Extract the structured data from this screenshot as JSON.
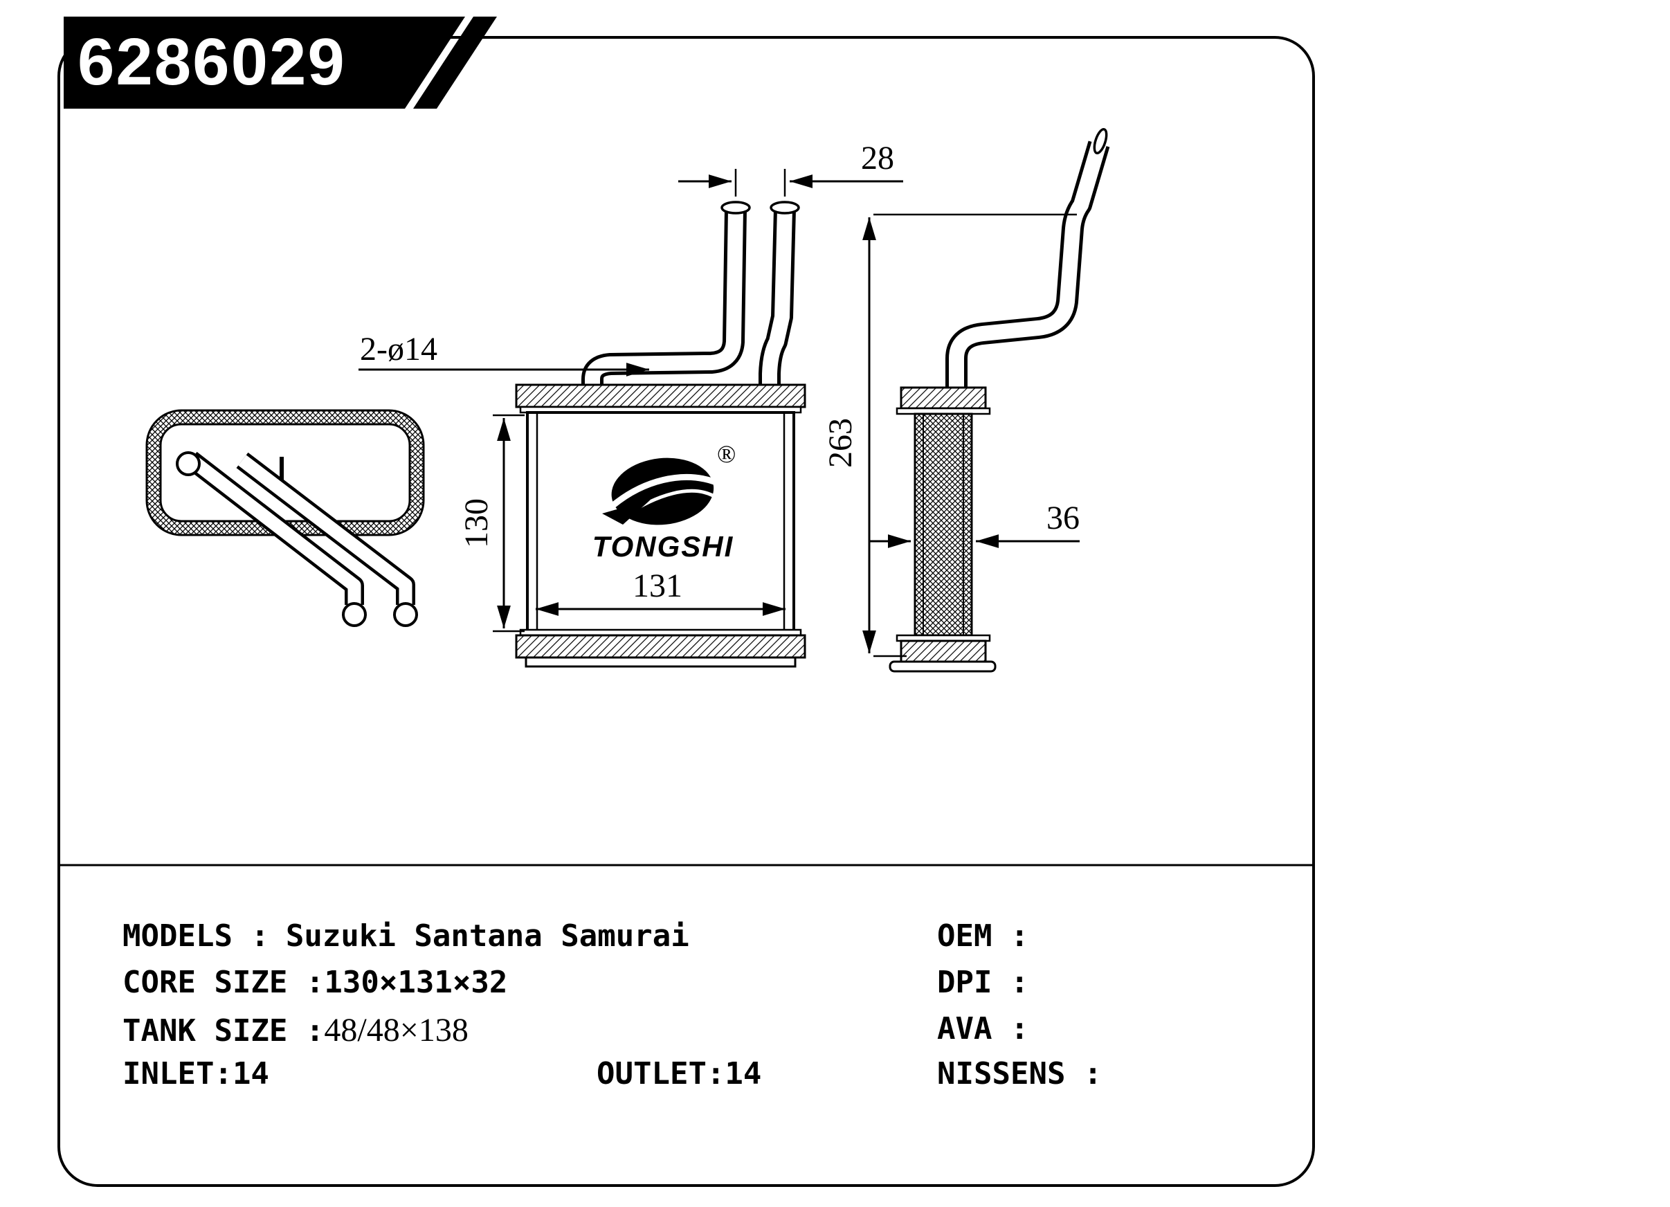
{
  "part_number": "6286029",
  "brand": {
    "name": "TONGSHI",
    "registered_mark": "®"
  },
  "dimensions": {
    "pipe_spacing": "28",
    "pipe_note": "2-ø14",
    "core_height": "130",
    "core_width": "131",
    "overall_height": "263",
    "core_depth": "36"
  },
  "specs": {
    "models": {
      "label": "MODELS :",
      "value": "Suzuki Santana Samurai"
    },
    "core_size": {
      "label": "CORE SIZE :",
      "value": "130×131×32"
    },
    "tank_size": {
      "label": "TANK SIZE :",
      "value": "48/48×138"
    },
    "inlet": "INLET:14",
    "outlet": "OUTLET:14",
    "oem": "OEM :",
    "dpi": "DPI :",
    "ava": "AVA :",
    "nissens": "NISSENS :"
  }
}
